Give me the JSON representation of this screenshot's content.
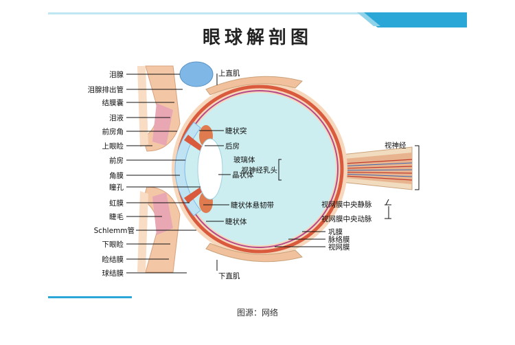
{
  "title": "眼球解剖图",
  "caption": "图源：网络",
  "labels_left": {
    "lacrimal_gland": "泪腺",
    "lacrimal_duct": "泪腺排出管",
    "conjunctival_sac": "结膜囊",
    "tears": "泪液",
    "anterior_chamber_angle": "前房角",
    "upper_eyelid": "上眼睑",
    "anterior_chamber": "前房",
    "cornea": "角膜",
    "pupil": "瞳孔",
    "iris": "虹膜",
    "eyelash": "睫毛",
    "schlemm_canal": "Schlemm管",
    "lower_eyelid": "下眼睑",
    "palpebral_conjunctiva": "睑结膜",
    "bulbar_conjunctiva": "球结膜"
  },
  "labels_center": {
    "superior_rectus": "上直肌",
    "ciliary_process": "睫状突",
    "posterior_chamber": "后房",
    "vitreous": "玻璃体",
    "lens": "晶状体",
    "zonule": "睫状体悬韧带",
    "ciliary_body": "睫状体",
    "inferior_rectus": "下直肌"
  },
  "labels_right": {
    "optic_nerve": "视神经",
    "optic_disc": "视神经乳头",
    "central_vein": "视网膜中央静脉",
    "central_artery": "视网膜中央动脉",
    "sclera": "巩膜",
    "choroid": "脉络膜",
    "retina": "视网膜"
  },
  "colors": {
    "vitreous": "#cdeef0",
    "sclera_ring": "#d95a3c",
    "outer_ring": "#f4c9a6",
    "cornea": "#bfe3f2",
    "lens": "#ffffff",
    "lacrimal_gland": "#7fb8e6",
    "accent_line": "#2aa7d7"
  }
}
